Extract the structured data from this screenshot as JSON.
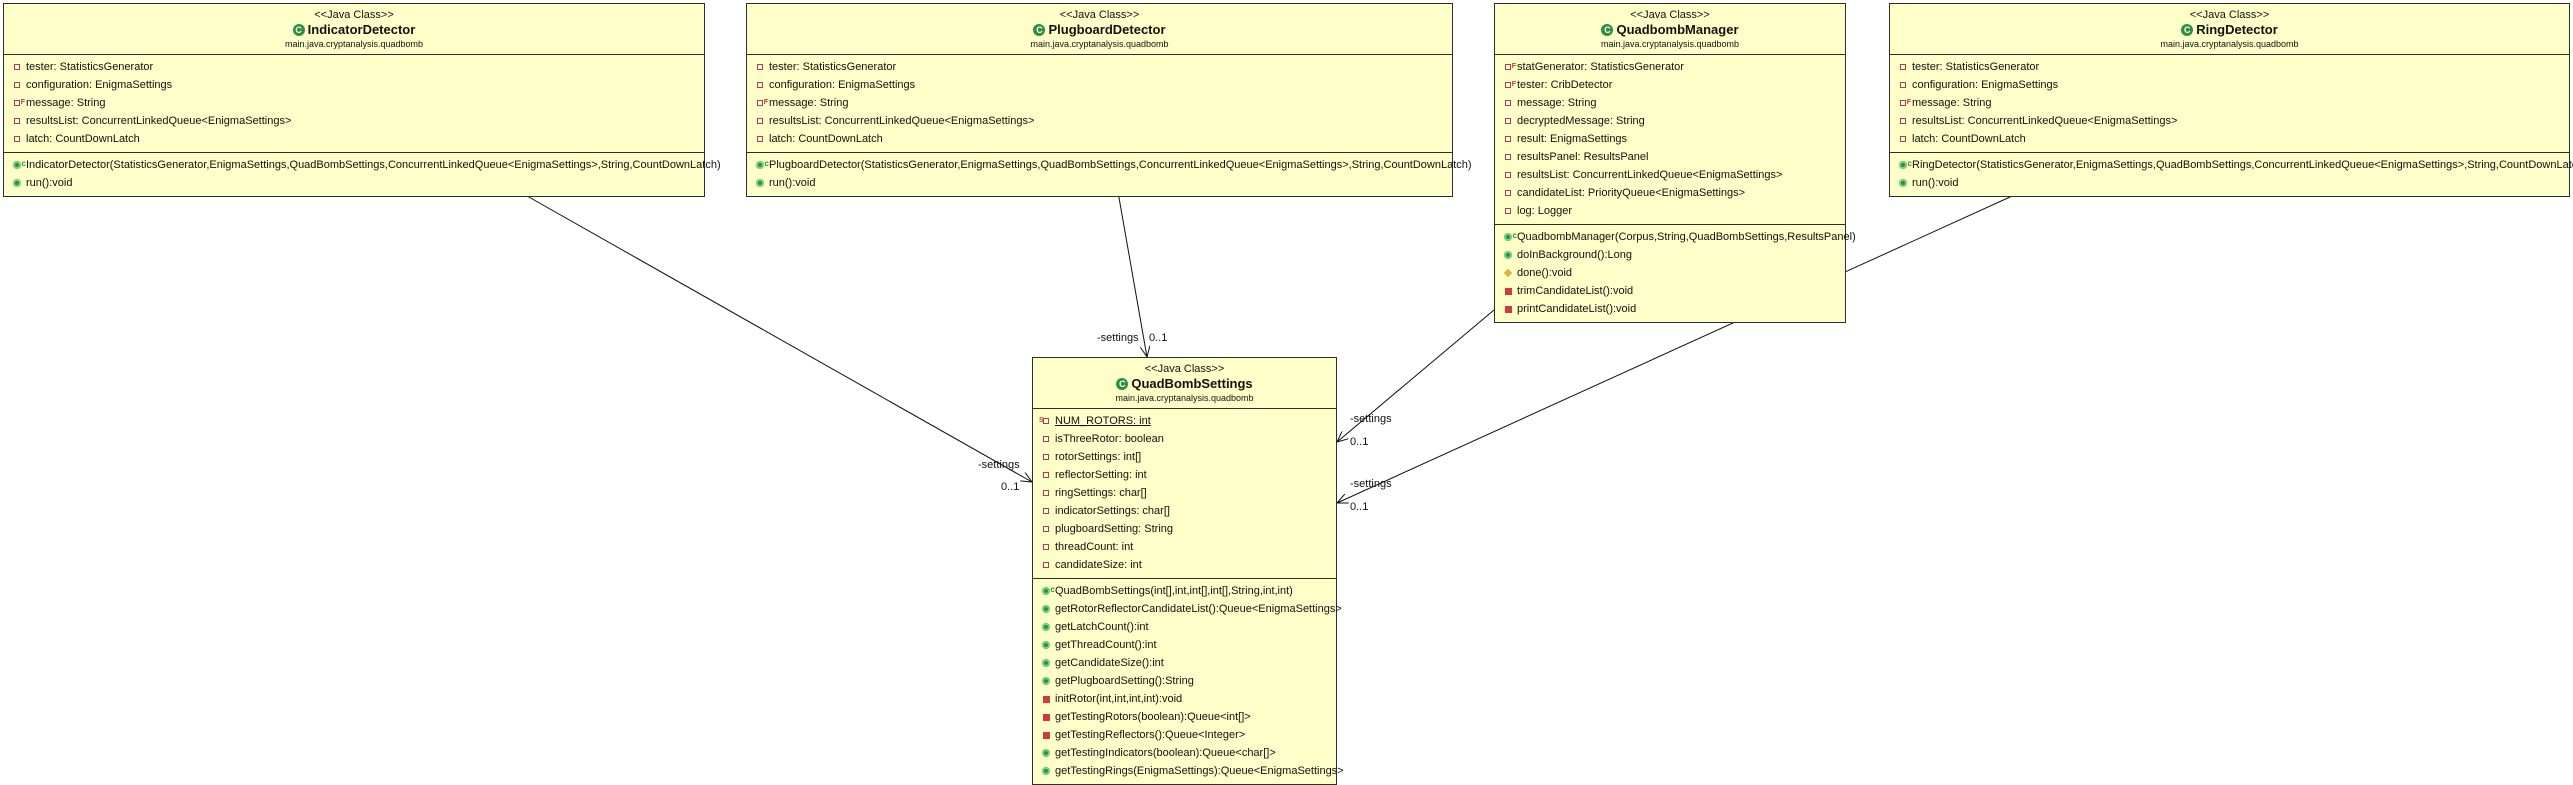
{
  "classes": [
    {
      "stereotype": "<<Java Class>>",
      "name": "IndicatorDetector",
      "package": "main.java.cryptanalysis.quadbomb",
      "fields": [
        {
          "text": "tester: StatisticsGenerator",
          "vis": "private"
        },
        {
          "text": "configuration: EnigmaSettings",
          "vis": "private"
        },
        {
          "text": "message: String",
          "vis": "private-final"
        },
        {
          "text": "resultsList: ConcurrentLinkedQueue<EnigmaSettings>",
          "vis": "private"
        },
        {
          "text": "latch: CountDownLatch",
          "vis": "private"
        }
      ],
      "methods": [
        {
          "text": "IndicatorDetector(StatisticsGenerator,EnigmaSettings,QuadBombSettings,ConcurrentLinkedQueue<EnigmaSettings>,String,CountDownLatch)",
          "vis": "constructor"
        },
        {
          "text": "run():void",
          "vis": "public"
        }
      ]
    },
    {
      "stereotype": "<<Java Class>>",
      "name": "PlugboardDetector",
      "package": "main.java.cryptanalysis.quadbomb",
      "fields": [
        {
          "text": "tester: StatisticsGenerator",
          "vis": "private"
        },
        {
          "text": "configuration: EnigmaSettings",
          "vis": "private"
        },
        {
          "text": "message: String",
          "vis": "private-final"
        },
        {
          "text": "resultsList: ConcurrentLinkedQueue<EnigmaSettings>",
          "vis": "private"
        },
        {
          "text": "latch: CountDownLatch",
          "vis": "private"
        }
      ],
      "methods": [
        {
          "text": "PlugboardDetector(StatisticsGenerator,EnigmaSettings,QuadBombSettings,ConcurrentLinkedQueue<EnigmaSettings>,String,CountDownLatch)",
          "vis": "constructor"
        },
        {
          "text": "run():void",
          "vis": "public"
        }
      ]
    },
    {
      "stereotype": "<<Java Class>>",
      "name": "QuadbombManager",
      "package": "main.java.cryptanalysis.quadbomb",
      "fields": [
        {
          "text": "statGenerator: StatisticsGenerator",
          "vis": "private-final"
        },
        {
          "text": "tester: CribDetector",
          "vis": "private-final"
        },
        {
          "text": "message: String",
          "vis": "private"
        },
        {
          "text": "decryptedMessage: String",
          "vis": "private"
        },
        {
          "text": "result: EnigmaSettings",
          "vis": "private"
        },
        {
          "text": "resultsPanel: ResultsPanel",
          "vis": "private"
        },
        {
          "text": "resultsList: ConcurrentLinkedQueue<EnigmaSettings>",
          "vis": "private"
        },
        {
          "text": "candidateList: PriorityQueue<EnigmaSettings>",
          "vis": "private"
        },
        {
          "text": "log: Logger",
          "vis": "private"
        }
      ],
      "methods": [
        {
          "text": "QuadbombManager(Corpus,String,QuadBombSettings,ResultsPanel)",
          "vis": "constructor"
        },
        {
          "text": "doInBackground():Long",
          "vis": "public"
        },
        {
          "text": "done():void",
          "vis": "protected"
        },
        {
          "text": "trimCandidateList():void",
          "vis": "private-method"
        },
        {
          "text": "printCandidateList():void",
          "vis": "private-method"
        }
      ]
    },
    {
      "stereotype": "<<Java Class>>",
      "name": "RingDetector",
      "package": "main.java.cryptanalysis.quadbomb",
      "fields": [
        {
          "text": "tester: StatisticsGenerator",
          "vis": "private"
        },
        {
          "text": "configuration: EnigmaSettings",
          "vis": "private"
        },
        {
          "text": "message: String",
          "vis": "private-final"
        },
        {
          "text": "resultsList: ConcurrentLinkedQueue<EnigmaSettings>",
          "vis": "private"
        },
        {
          "text": "latch: CountDownLatch",
          "vis": "private"
        }
      ],
      "methods": [
        {
          "text": "RingDetector(StatisticsGenerator,EnigmaSettings,QuadBombSettings,ConcurrentLinkedQueue<EnigmaSettings>,String,CountDownLatch)",
          "vis": "constructor"
        },
        {
          "text": "run():void",
          "vis": "public"
        }
      ]
    },
    {
      "stereotype": "<<Java Class>>",
      "name": "QuadBombSettings",
      "package": "main.java.cryptanalysis.quadbomb",
      "fields": [
        {
          "text": "NUM_ROTORS: int",
          "vis": "private-static-final"
        },
        {
          "text": "isThreeRotor: boolean",
          "vis": "private"
        },
        {
          "text": "rotorSettings: int[]",
          "vis": "private"
        },
        {
          "text": "reflectorSetting: int",
          "vis": "private"
        },
        {
          "text": "ringSettings: char[]",
          "vis": "private"
        },
        {
          "text": "indicatorSettings: char[]",
          "vis": "private"
        },
        {
          "text": "plugboardSetting: String",
          "vis": "private"
        },
        {
          "text": "threadCount: int",
          "vis": "private"
        },
        {
          "text": "candidateSize: int",
          "vis": "private"
        }
      ],
      "methods": [
        {
          "text": "QuadBombSettings(int[],int,int[],int[],String,int,int)",
          "vis": "constructor"
        },
        {
          "text": "getRotorReflectorCandidateList():Queue<EnigmaSettings>",
          "vis": "public"
        },
        {
          "text": "getLatchCount():int",
          "vis": "public"
        },
        {
          "text": "getThreadCount():int",
          "vis": "public"
        },
        {
          "text": "getCandidateSize():int",
          "vis": "public"
        },
        {
          "text": "getPlugboardSetting():String",
          "vis": "public"
        },
        {
          "text": "initRotor(int,int,int,int):void",
          "vis": "private-method"
        },
        {
          "text": "getTestingRotors(boolean):Queue<int[]>",
          "vis": "private-method"
        },
        {
          "text": "getTestingReflectors():Queue<Integer>",
          "vis": "private-method"
        },
        {
          "text": "getTestingIndicators(boolean):Queue<char[]>",
          "vis": "public"
        },
        {
          "text": "getTestingRings(EnigmaSettings):Queue<EnigmaSettings>",
          "vis": "public"
        }
      ]
    }
  ],
  "edges": [
    {
      "from": "IndicatorDetector",
      "to": "QuadBombSettings",
      "role": "-settings",
      "multiplicity": "0..1"
    },
    {
      "from": "PlugboardDetector",
      "to": "QuadBombSettings",
      "role": "-settings",
      "multiplicity": "0..1"
    },
    {
      "from": "QuadbombManager",
      "to": "QuadBombSettings",
      "role": "-settings",
      "multiplicity": "0..1"
    },
    {
      "from": "RingDetector",
      "to": "QuadBombSettings",
      "role": "-settings",
      "multiplicity": "0..1"
    }
  ]
}
